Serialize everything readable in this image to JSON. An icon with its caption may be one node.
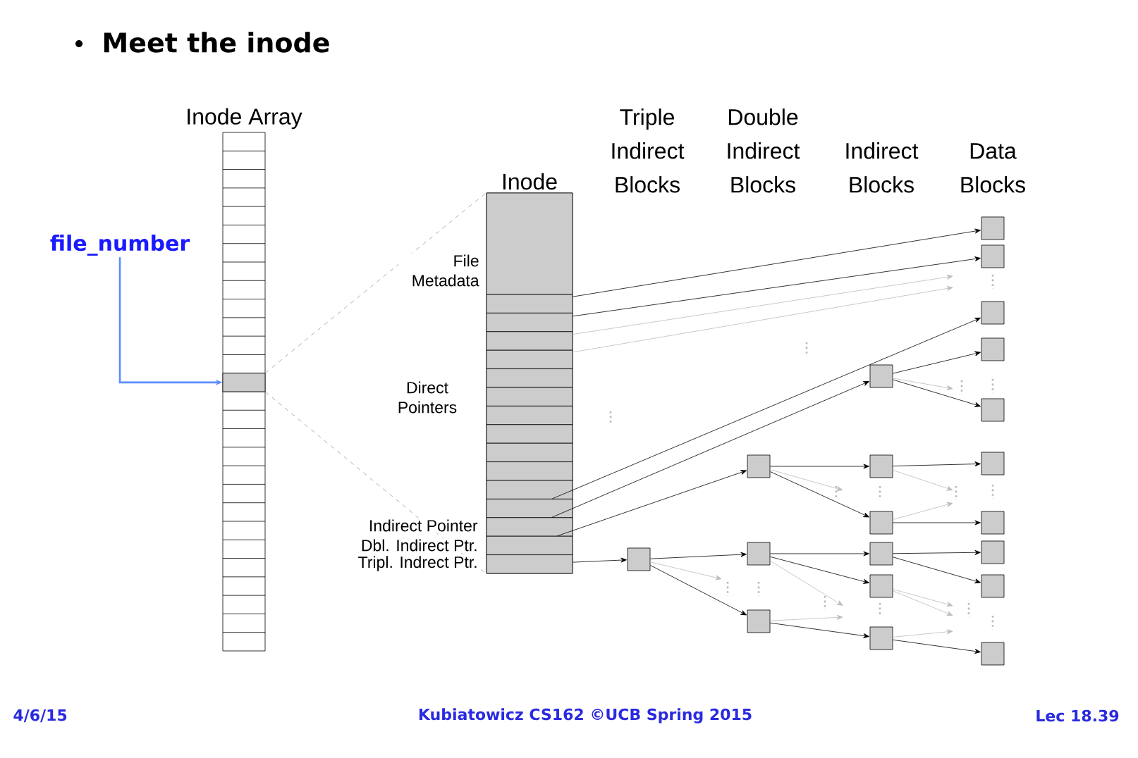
{
  "diagram": {
    "title": "Meet the inode",
    "nodes": [
      {
        "text": [
          "file_number"
        ]
      },
      {
        "text": [
          "Inode Array"
        ]
      },
      {
        "text": [],
        "shape": "box",
        "in": 1
      },
      {
        "text": [
          "Inode"
        ]
      },
      {
        "text": [],
        "shape": "box",
        "in": 3,
        "beside": [
          "File Metadata"
        ]
      },
      {
        "text": [],
        "shape": "box",
        "in": 3
      },
      {
        "text": [],
        "shape": "box",
        "in": 3
      },
      {
        "text": [],
        "shape": "box",
        "in": 3
      },
      {
        "text": [],
        "shape": "box",
        "in": 3
      },
      {
        "text": [],
        "shape": "box",
        "in": 3
      },
      {
        "text": [],
        "shape": "box",
        "in": 3
      },
      {
        "text": [],
        "shape": "box",
        "in": 3
      },
      {
        "text": [],
        "shape": "box",
        "in": 3
      },
      {
        "text": [],
        "shape": "box",
        "in": 3
      },
      {
        "text": [],
        "shape": "box",
        "in": 3
      },
      {
        "text": [],
        "shape": "box",
        "in": 3
      },
      {
        "text": [],
        "shape": "box",
        "in": 3
      },
      {
        "text": [],
        "shape": "box",
        "in": 3,
        "beside": [
          "Indirect Pointer"
        ]
      },
      {
        "text": [],
        "shape": "box",
        "in": 3,
        "beside": [
          "Dbl. Indirect Ptr."
        ]
      },
      {
        "text": [],
        "shape": "box",
        "in": 3,
        "beside": [
          "Tripl. Indrect Ptr."
        ]
      },
      {
        "text": [],
        "shape": "box"
      },
      {
        "text": [],
        "shape": "box"
      },
      {
        "text": [],
        "shape": "box"
      },
      {
        "text": [],
        "shape": "box"
      },
      {
        "text": [],
        "shape": "box"
      },
      {
        "text": [],
        "shape": "box"
      },
      {
        "text": [],
        "shape": "box"
      },
      {
        "text": [],
        "shape": "box"
      },
      {
        "text": [],
        "shape": "box"
      },
      {
        "text": [],
        "shape": "box"
      },
      {
        "text": [],
        "shape": "box"
      },
      {
        "text": [],
        "shape": "box"
      },
      {
        "text": [],
        "shape": "box"
      },
      {
        "text": [],
        "shape": "box"
      },
      {
        "text": [],
        "shape": "box"
      },
      {
        "text": [],
        "shape": "box"
      },
      {
        "text": [],
        "shape": "box"
      },
      {
        "text": [],
        "shape": "box"
      },
      {
        "text": [],
        "shape": "box"
      },
      {
        "text": [],
        "shape": "box"
      }
    ],
    "edges": [
      {
        "from": 0,
        "to": 2,
        "arrow": "to",
        "color": "#5b8cff"
      },
      {
        "from": 2,
        "to": 3,
        "arrow": "none",
        "style": "dashed",
        "color": "#999999"
      },
      {
        "from": 2,
        "to": 3,
        "arrow": "none",
        "style": "dashed",
        "color": "#999999"
      },
      {
        "from": 5,
        "to": 30,
        "arrow": "to"
      },
      {
        "from": 6,
        "to": 31,
        "arrow": "to"
      },
      {
        "from": 7,
        "to": null,
        "arrow": "to",
        "color": "#bbbbbb"
      },
      {
        "from": 8,
        "to": null,
        "arrow": "to",
        "color": "#bbbbbb"
      },
      {
        "from": 16,
        "to": 32,
        "arrow": "to"
      },
      {
        "from": 17,
        "to": 24,
        "arrow": "to"
      },
      {
        "from": 18,
        "to": 21,
        "arrow": "to"
      },
      {
        "from": 19,
        "to": 20,
        "arrow": "to"
      },
      {
        "from": 24,
        "to": 33,
        "arrow": "to"
      },
      {
        "from": 24,
        "to": null,
        "arrow": "to",
        "color": "#bbbbbb"
      },
      {
        "from": 24,
        "to": 34,
        "arrow": "to"
      },
      {
        "from": 21,
        "to": 25,
        "arrow": "to"
      },
      {
        "from": 21,
        "to": null,
        "arrow": "to",
        "color": "#bbbbbb"
      },
      {
        "from": 21,
        "to": 26,
        "arrow": "to"
      },
      {
        "from": 25,
        "to": 35,
        "arrow": "to"
      },
      {
        "from": 25,
        "to": null,
        "arrow": "to",
        "color": "#bbbbbb"
      },
      {
        "from": 26,
        "to": null,
        "arrow": "to",
        "color": "#bbbbbb"
      },
      {
        "from": 26,
        "to": 36,
        "arrow": "to"
      },
      {
        "from": 20,
        "to": 22,
        "arrow": "to"
      },
      {
        "from": 20,
        "to": null,
        "arrow": "to",
        "color": "#bbbbbb"
      },
      {
        "from": 20,
        "to": 23,
        "arrow": "to"
      },
      {
        "from": 22,
        "to": 27,
        "arrow": "to"
      },
      {
        "from": 22,
        "to": 28,
        "arrow": "to"
      },
      {
        "from": 22,
        "to": null,
        "arrow": "to",
        "color": "#bbbbbb"
      },
      {
        "from": 27,
        "to": 37,
        "arrow": "to"
      },
      {
        "from": 27,
        "to": 38,
        "arrow": "to"
      },
      {
        "from": 28,
        "to": null,
        "arrow": "to",
        "color": "#bbbbbb"
      },
      {
        "from": 28,
        "to": null,
        "arrow": "to",
        "color": "#bbbbbb"
      },
      {
        "from": 23,
        "to": null,
        "arrow": "to",
        "color": "#bbbbbb"
      },
      {
        "from": 23,
        "to": 29,
        "arrow": "to"
      },
      {
        "from": 29,
        "to": null,
        "arrow": "to",
        "color": "#bbbbbb"
      },
      {
        "from": 29,
        "to": 39,
        "arrow": "to"
      }
    ],
    "labels": [
      "Triple Indirect Blocks",
      "Double Indirect Blocks",
      "Indirect Blocks",
      "Data Blocks",
      "Direct Pointers",
      "4/6/15",
      "Kubiatowicz CS162 ©UCB Spring 2015",
      "Lec 18.39"
    ]
  }
}
